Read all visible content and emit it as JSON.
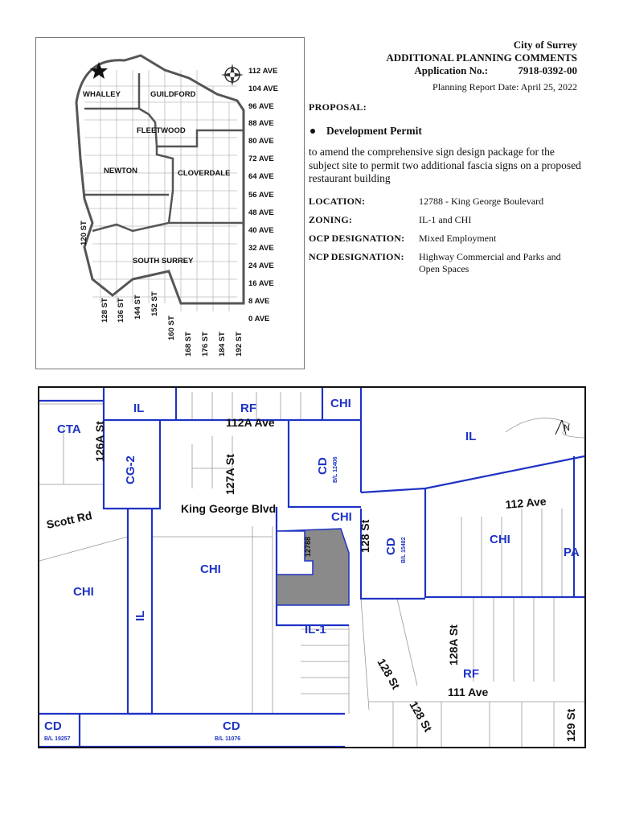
{
  "header": {
    "city": "City of Surrey",
    "title": "ADDITIONAL PLANNING COMMENTS",
    "app_label": "Application No.:",
    "app_number": "7918-0392-00",
    "report_date": "Planning Report Date:  April 25, 2022"
  },
  "proposal": {
    "label": "PROPOSAL:",
    "bullet": "Development Permit",
    "description": "to amend the comprehensive sign design package for the subject site to permit two additional fascia signs on a proposed restaurant building"
  },
  "details": [
    {
      "label": "LOCATION:",
      "value": "12788 - King George Boulevard"
    },
    {
      "label": "ZONING:",
      "value": "IL-1 and CHI"
    },
    {
      "label": "OCP DESIGNATION:",
      "value": "Mixed Employment"
    },
    {
      "label": "NCP DESIGNATION:",
      "value": "Highway Commercial and Parks and Open Spaces"
    }
  ],
  "keymap": {
    "areas": [
      "WHALLEY",
      "GUILDFORD",
      "FLEETWOOD",
      "NEWTON",
      "CLOVERDALE",
      "SOUTH SURREY"
    ],
    "avenues": [
      "112 AVE",
      "104 AVE",
      "96 AVE",
      "88 AVE",
      "80 AVE",
      "72 AVE",
      "64 AVE",
      "56 AVE",
      "48 AVE",
      "40 AVE",
      "32 AVE",
      "24 AVE",
      "16 AVE",
      "8 AVE",
      "0 AVE"
    ],
    "streets": [
      "120 ST",
      "128 ST",
      "136 ST",
      "144 ST",
      "152 ST",
      "160 ST",
      "168 ST",
      "176 ST",
      "184 ST",
      "192 ST"
    ]
  },
  "sitemap": {
    "zones": [
      "IL",
      "RF",
      "CHI",
      "CTA",
      "IL",
      "CG-2",
      "CD",
      "B/L 12406",
      "CHI",
      "CD",
      "B/L 15482",
      "CHI",
      "PA",
      "CHI",
      "CHI",
      "IL",
      "IL-1",
      "RF",
      "CD",
      "B/L 19257",
      "CD",
      "B/L 11076"
    ],
    "streets": [
      "126A St",
      "112A Ave",
      "127A St",
      "Scott Rd",
      "King George Blvd",
      "128 St",
      "112 Ave",
      "128A St",
      "128 St",
      "111 Ave",
      "128 St",
      "129 St"
    ],
    "site_label": "12788",
    "north": "N"
  }
}
